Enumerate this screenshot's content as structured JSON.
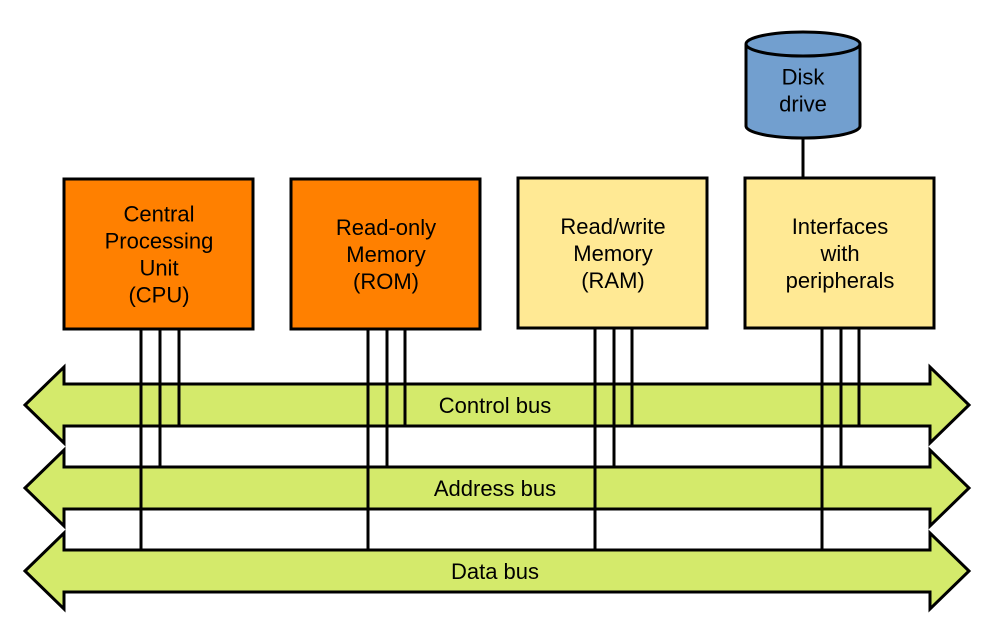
{
  "components": [
    {
      "id": "cpu",
      "lines": [
        "Central",
        "Processing",
        "Unit",
        "(CPU)"
      ],
      "fill": "#ff8000"
    },
    {
      "id": "rom",
      "lines": [
        "Read-only",
        "Memory",
        "(ROM)"
      ],
      "fill": "#ff8000"
    },
    {
      "id": "ram",
      "lines": [
        "Read/write",
        "Memory",
        "(RAM)"
      ],
      "fill": "#ffe994"
    },
    {
      "id": "interfaces",
      "lines": [
        "Interfaces",
        "with",
        "peripherals"
      ],
      "fill": "#ffe994"
    }
  ],
  "disk": {
    "lines": [
      "Disk",
      "drive"
    ],
    "fill": "#729fcf"
  },
  "buses": [
    {
      "id": "control",
      "label": "Control bus",
      "fill": "#d4ea6b"
    },
    {
      "id": "address",
      "label": "Address bus",
      "fill": "#d4ea6b"
    },
    {
      "id": "data",
      "label": "Data bus",
      "fill": "#d4ea6b"
    }
  ]
}
